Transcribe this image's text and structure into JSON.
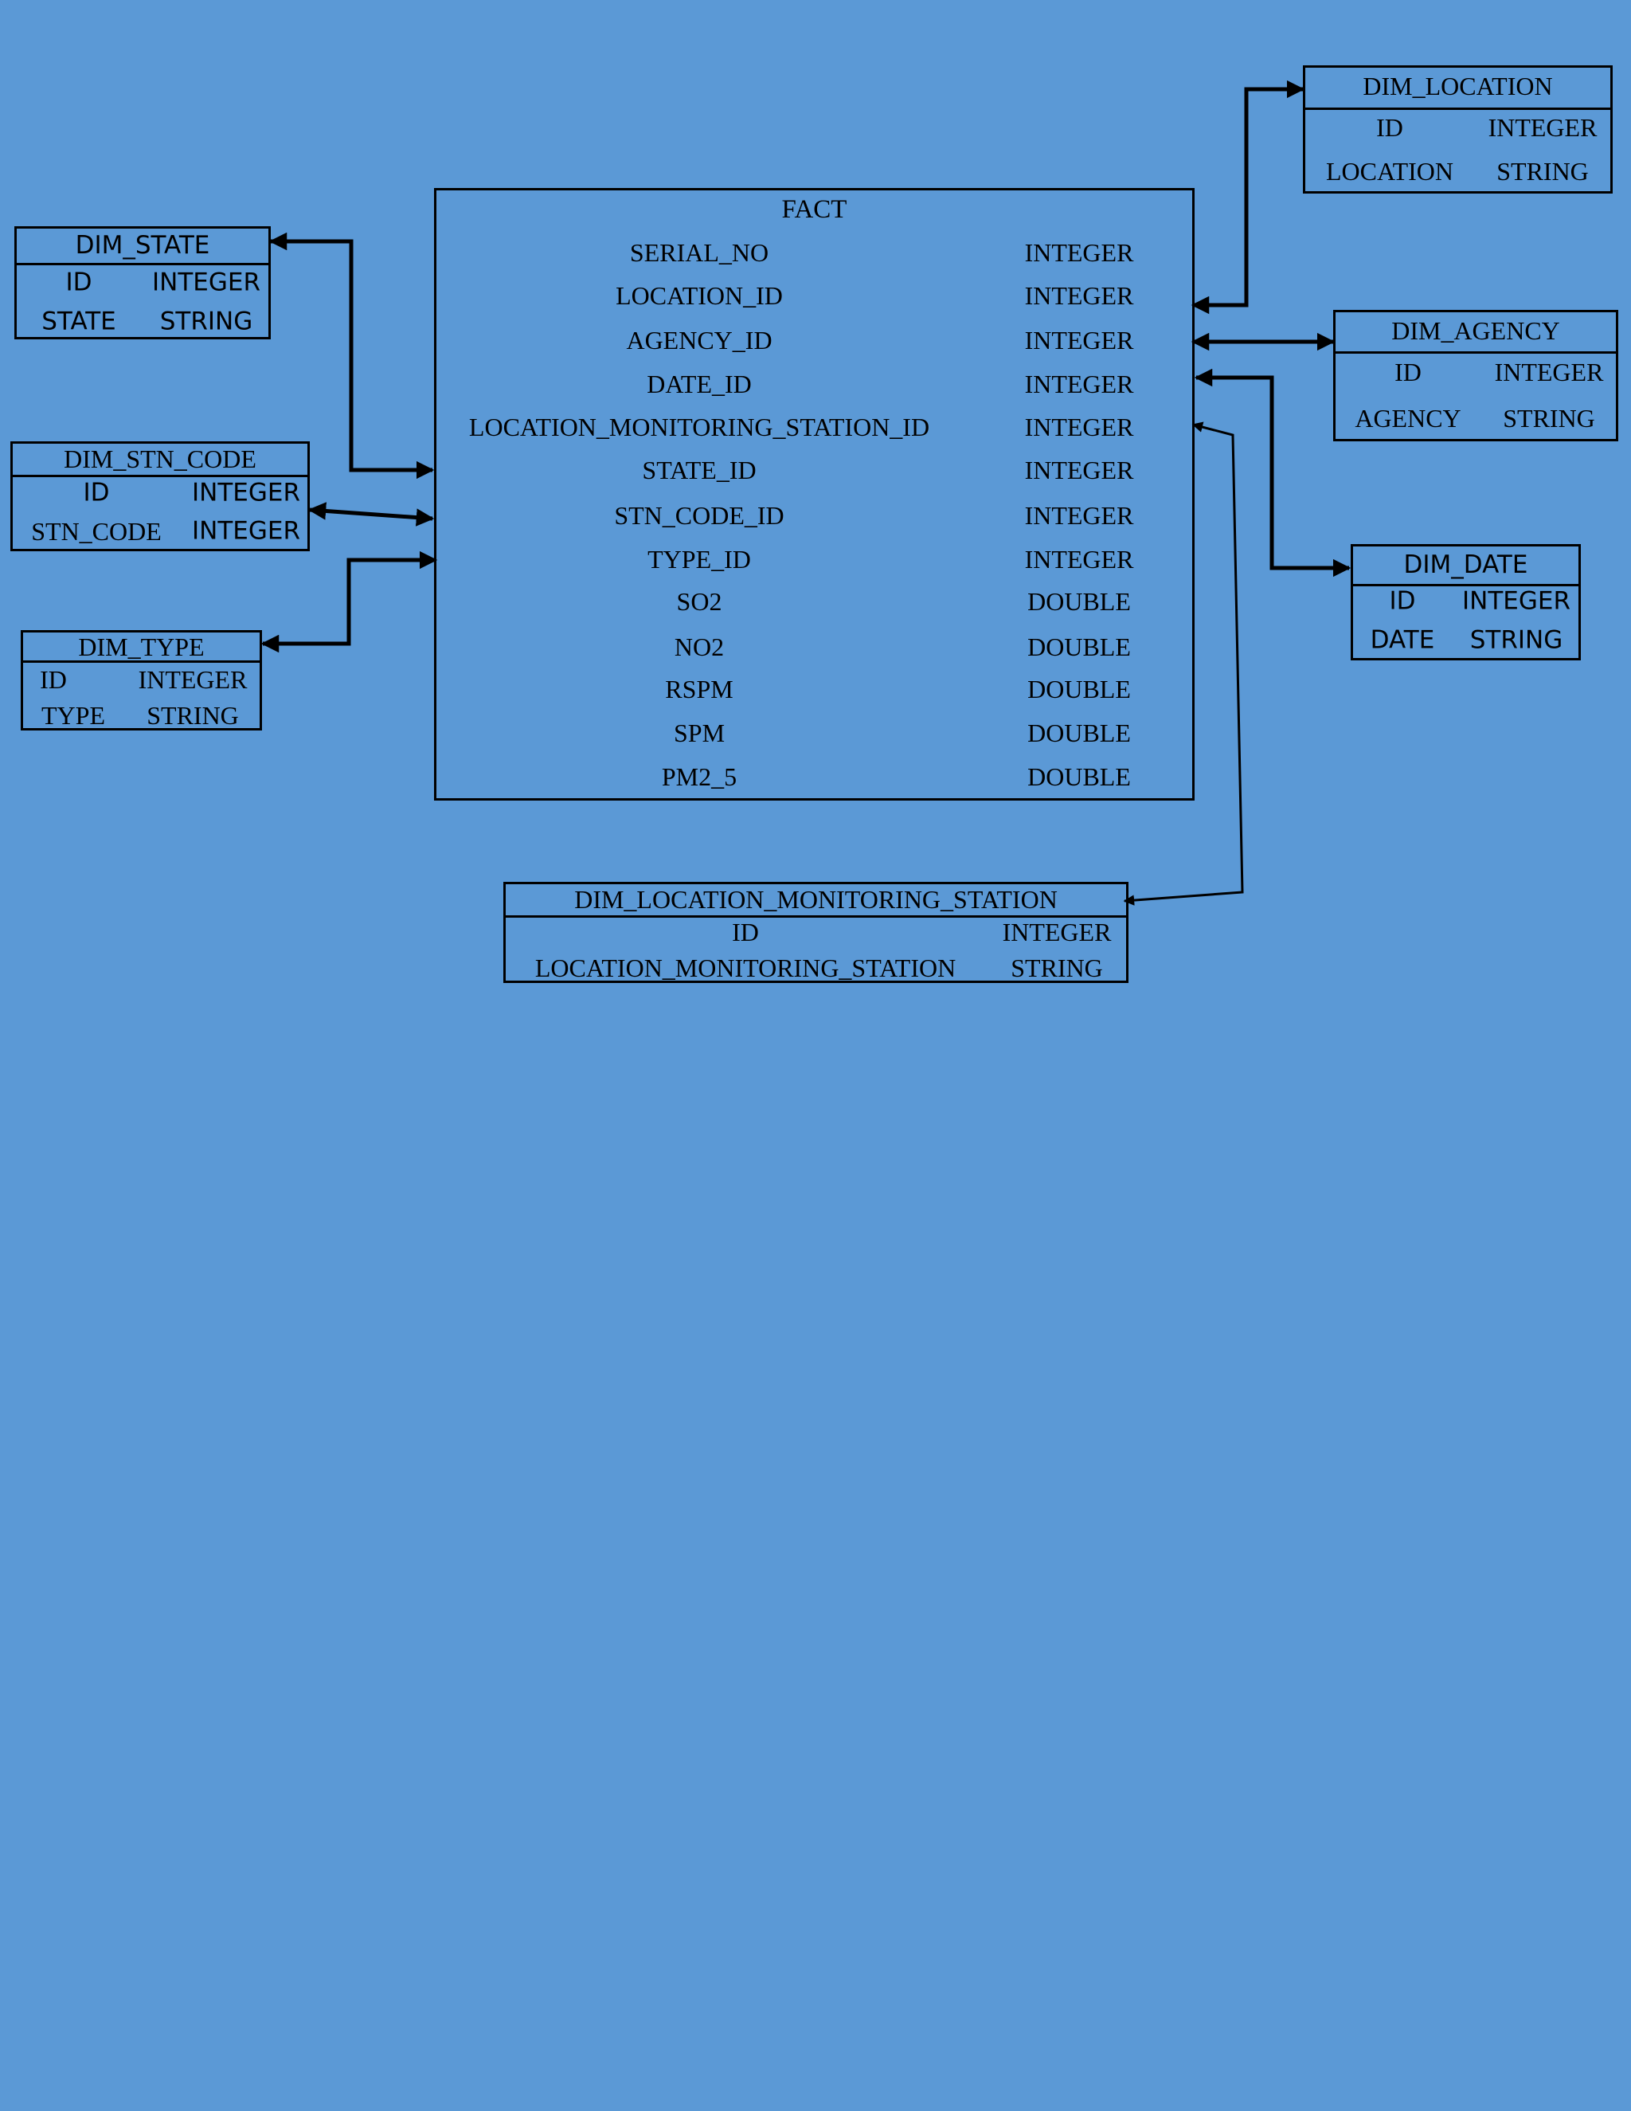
{
  "fact": {
    "title": "FACT",
    "columns": [
      {
        "name": "SERIAL_NO",
        "type": "INTEGER"
      },
      {
        "name": "LOCATION_ID",
        "type": "INTEGER"
      },
      {
        "name": "AGENCY_ID",
        "type": "INTEGER"
      },
      {
        "name": "DATE_ID",
        "type": "INTEGER"
      },
      {
        "name": "LOCATION_MONITORING_STATION_ID",
        "type": "INTEGER"
      },
      {
        "name": "STATE_ID",
        "type": "INTEGER"
      },
      {
        "name": "STN_CODE_ID",
        "type": "INTEGER"
      },
      {
        "name": "TYPE_ID",
        "type": "INTEGER"
      },
      {
        "name": "SO2",
        "type": "DOUBLE"
      },
      {
        "name": "NO2",
        "type": "DOUBLE"
      },
      {
        "name": "RSPM",
        "type": "DOUBLE"
      },
      {
        "name": "SPM",
        "type": "DOUBLE"
      },
      {
        "name": "PM2_5",
        "type": "DOUBLE"
      }
    ]
  },
  "dim_location": {
    "title": "DIM_LOCATION",
    "columns": [
      {
        "name": "ID",
        "type": "INTEGER"
      },
      {
        "name": "LOCATION",
        "type": "STRING"
      }
    ]
  },
  "dim_agency": {
    "title": "DIM_AGENCY",
    "columns": [
      {
        "name": "ID",
        "type": "INTEGER"
      },
      {
        "name": "AGENCY",
        "type": "STRING"
      }
    ]
  },
  "dim_date": {
    "title": "DIM_DATE",
    "columns": [
      {
        "name": "ID",
        "type": "INTEGER"
      },
      {
        "name": "DATE",
        "type": "STRING"
      }
    ]
  },
  "dim_state": {
    "title": "DIM_STATE",
    "columns": [
      {
        "name": "ID",
        "type": "INTEGER"
      },
      {
        "name": "STATE",
        "type": "STRING"
      }
    ]
  },
  "dim_stn_code": {
    "title": "DIM_STN_CODE",
    "columns": [
      {
        "name": "ID",
        "type": "INTEGER"
      },
      {
        "name": "STN_CODE",
        "type": "INTEGER"
      }
    ]
  },
  "dim_type": {
    "title": "DIM_TYPE",
    "columns": [
      {
        "name": "ID",
        "type": "INTEGER"
      },
      {
        "name": "TYPE",
        "type": "STRING"
      }
    ]
  },
  "dim_location_monitoring_station": {
    "title": "DIM_LOCATION_MONITORING_STATION",
    "columns": [
      {
        "name": "ID",
        "type": "INTEGER"
      },
      {
        "name": "LOCATION_MONITORING_STATION",
        "type": "STRING"
      }
    ]
  },
  "colors": {
    "background": "#5b99d6",
    "line": "#000000"
  }
}
